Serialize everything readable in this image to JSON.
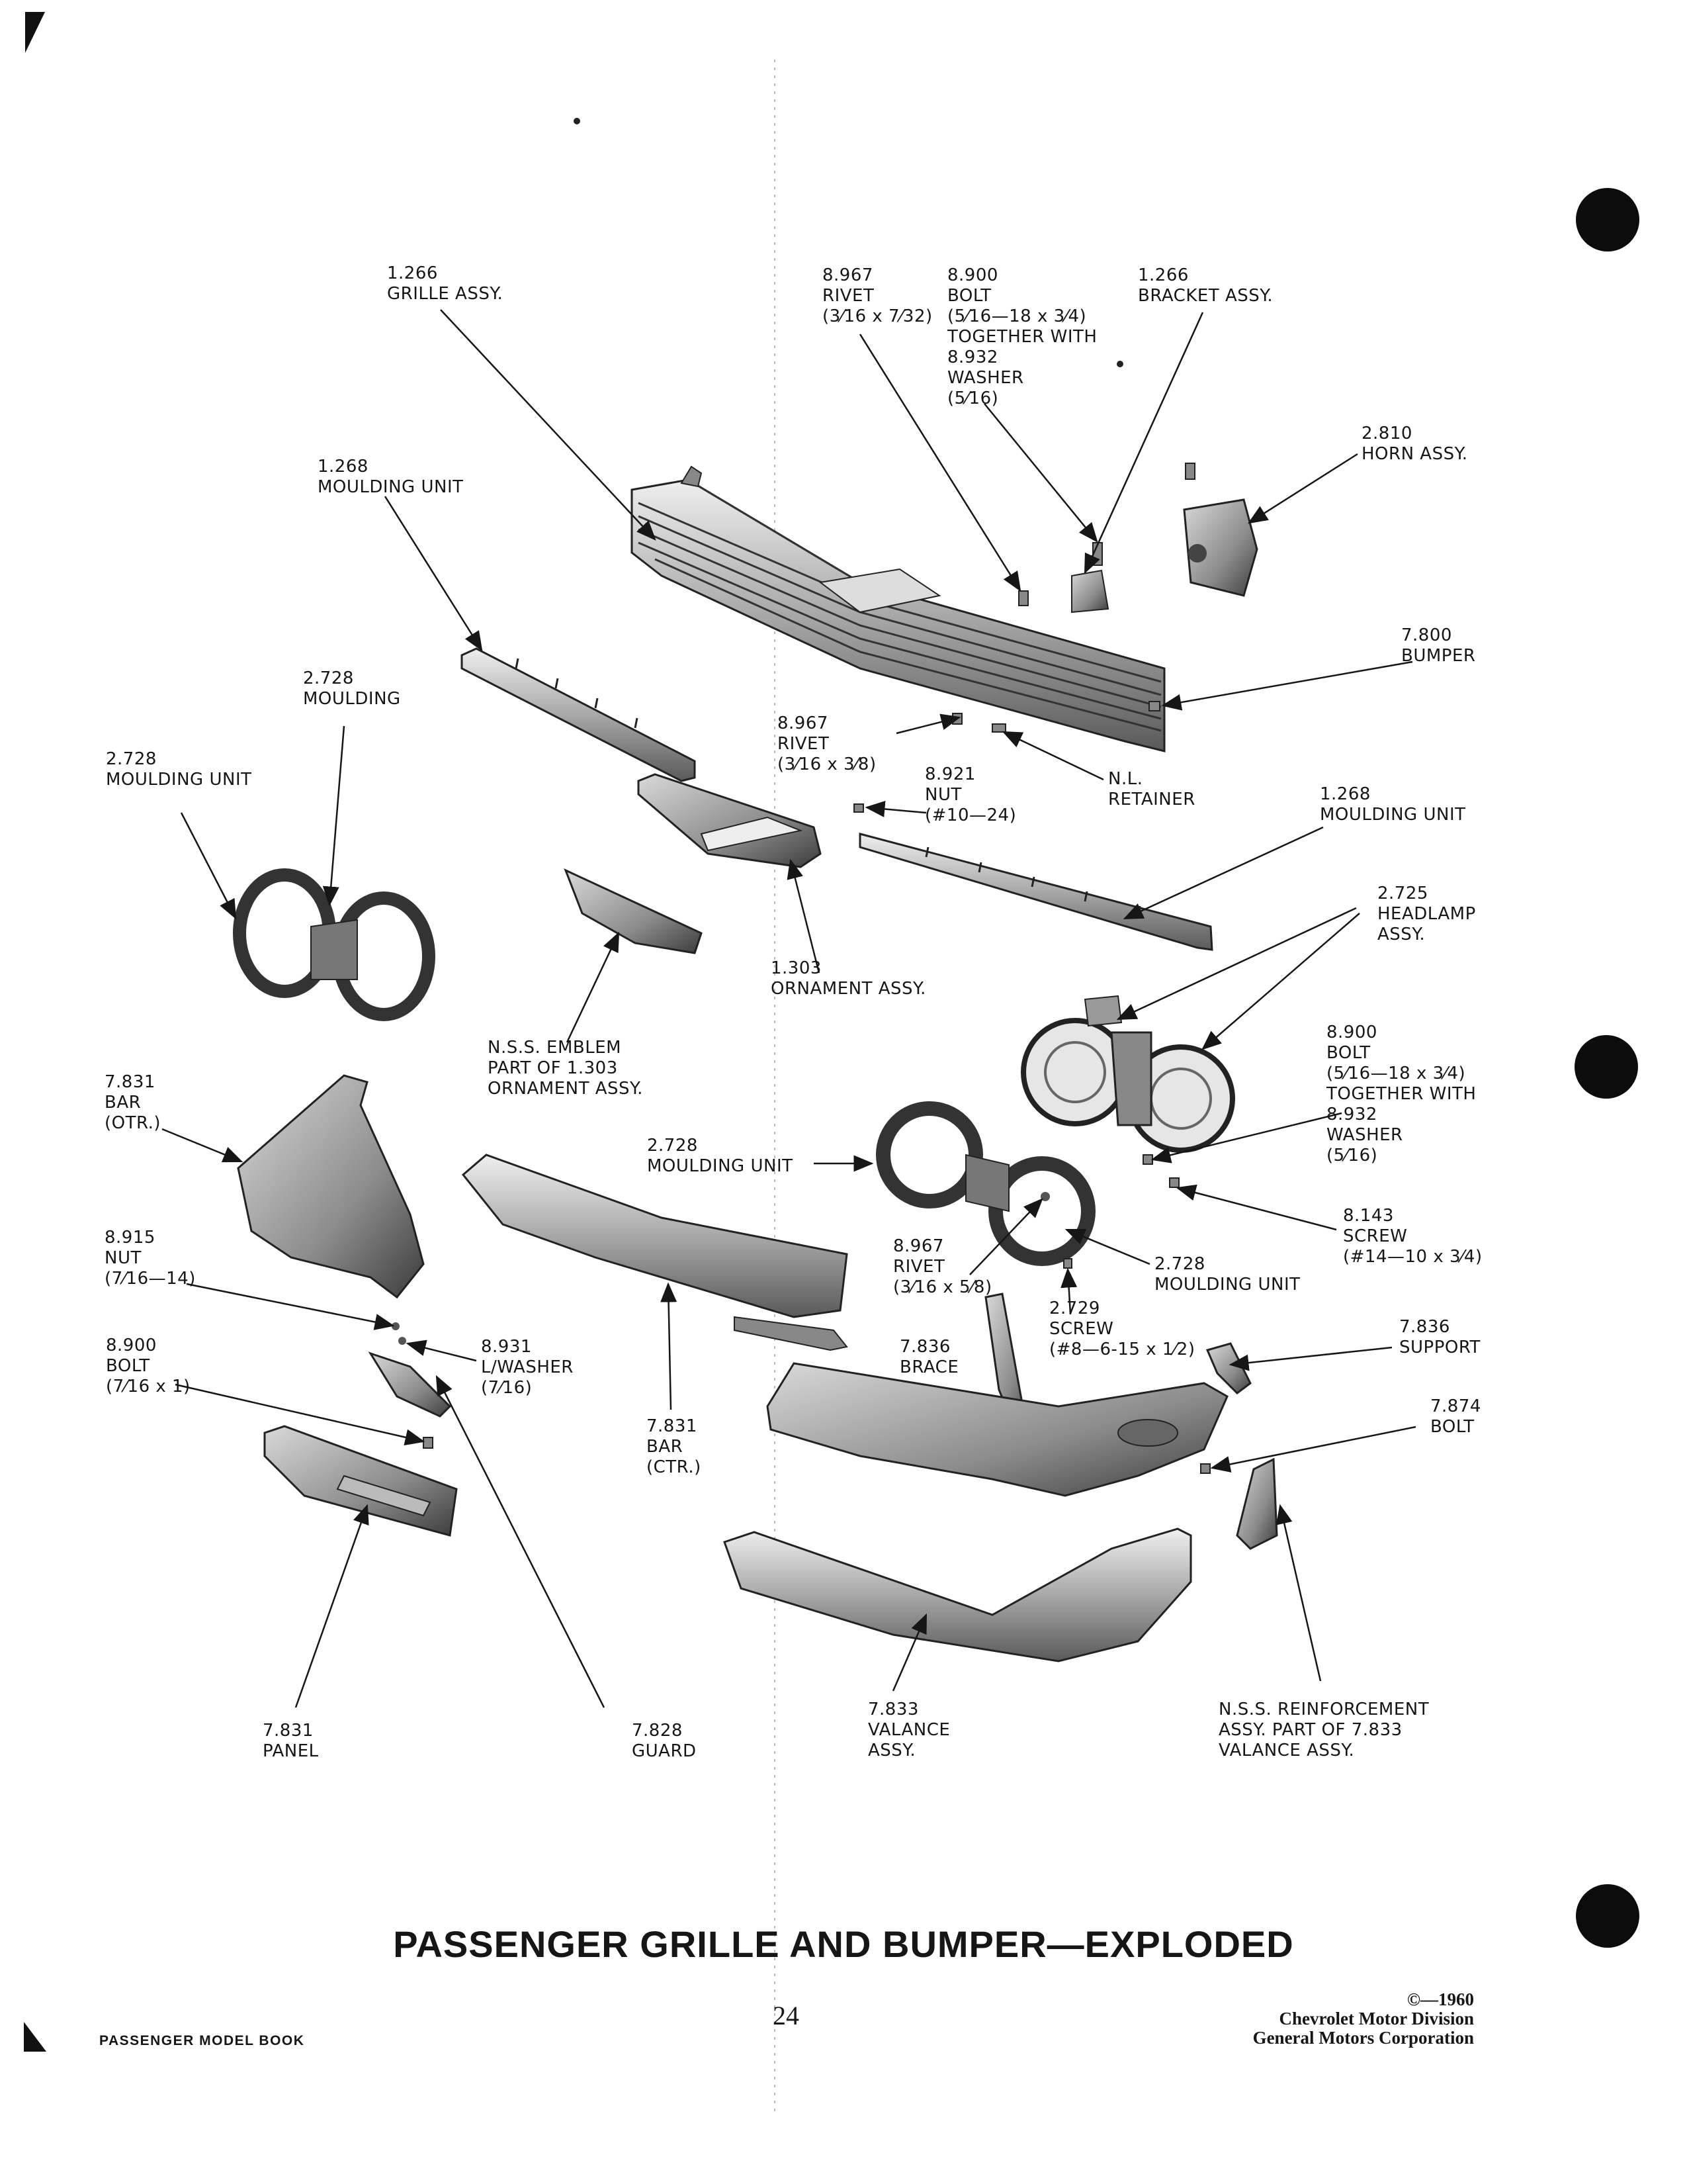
{
  "title": "PASSENGER GRILLE AND BUMPER—EXPLODED",
  "footer": {
    "book": "PASSENGER MODEL BOOK",
    "page": "24",
    "copyright": "©—1960",
    "division": "Chevrolet Motor Division",
    "corporation": "General Motors Corporation"
  },
  "labels": {
    "grille_assy": [
      "1.266",
      "GRILLE ASSY."
    ],
    "rivet_top": [
      "8.967",
      "RIVET",
      "(3⁄16 x 7⁄32)"
    ],
    "bolt_top": [
      "8.900",
      "BOLT",
      "(5⁄16—18 x 3⁄4)",
      "TOGETHER WITH",
      "8.932",
      "WASHER",
      "(5⁄16)"
    ],
    "bracket_assy": [
      "1.266",
      "BRACKET ASSY."
    ],
    "horn_assy": [
      "2.810",
      "HORN ASSY."
    ],
    "moulding_unit_upper": [
      "1.268",
      "MOULDING UNIT"
    ],
    "bumper": [
      "7.800",
      "BUMPER"
    ],
    "moulding": [
      "2.728",
      "MOULDING"
    ],
    "moulding_unit_left": [
      "2.728",
      "MOULDING UNIT"
    ],
    "rivet_mid": [
      "8.967",
      "RIVET",
      "(3⁄16 x 3⁄8)"
    ],
    "nl_retainer": [
      "N.L.",
      "RETAINER"
    ],
    "nut_mid": [
      "8.921",
      "NUT",
      "(#10—24)"
    ],
    "moulding_unit_right": [
      "1.268",
      "MOULDING UNIT"
    ],
    "headlamp_assy": [
      "2.725",
      "HEADLAMP",
      "ASSY."
    ],
    "ornament_assy": [
      "1.303",
      "ORNAMENT ASSY."
    ],
    "emblem": [
      "N.S.S. EMBLEM",
      "PART OF 1.303",
      "ORNAMENT ASSY."
    ],
    "bolt_right": [
      "8.900",
      "BOLT",
      "(5⁄16—18 x 3⁄4)",
      "TOGETHER WITH",
      "8.932",
      "WASHER",
      "(5⁄16)"
    ],
    "bar_otr": [
      "7.831",
      "BAR",
      "(OTR.)"
    ],
    "moulding_unit_center": [
      "2.728",
      "MOULDING UNIT"
    ],
    "screw_right": [
      "8.143",
      "SCREW",
      "(#14—10 x 3⁄4)"
    ],
    "nut_left": [
      "8.915",
      "NUT",
      "(7⁄16—14)"
    ],
    "rivet_low": [
      "8.967",
      "RIVET",
      "(3⁄16 x 5⁄8)"
    ],
    "moulding_unit_lower": [
      "2.728",
      "MOULDING UNIT"
    ],
    "screw_low": [
      "2.729",
      "SCREW",
      "(#8—6-15 x 1⁄2)"
    ],
    "support": [
      "7.836",
      "SUPPORT"
    ],
    "brace": [
      "7.836",
      "BRACE"
    ],
    "bolt_left": [
      "8.900",
      "BOLT",
      "(7⁄16 x 1)"
    ],
    "lwasher": [
      "8.931",
      "L/WASHER",
      "(7⁄16)"
    ],
    "bolt_874": [
      "7.874",
      "BOLT"
    ],
    "bar_ctr": [
      "7.831",
      "BAR",
      "(CTR.)"
    ],
    "panel": [
      "7.831",
      "PANEL"
    ],
    "guard": [
      "7.828",
      "GUARD"
    ],
    "valance_assy": [
      "7.833",
      "VALANCE",
      "ASSY."
    ],
    "reinforcement": [
      "N.S.S. REINFORCEMENT",
      "ASSY. PART OF 7.833",
      "VALANCE ASSY."
    ]
  }
}
